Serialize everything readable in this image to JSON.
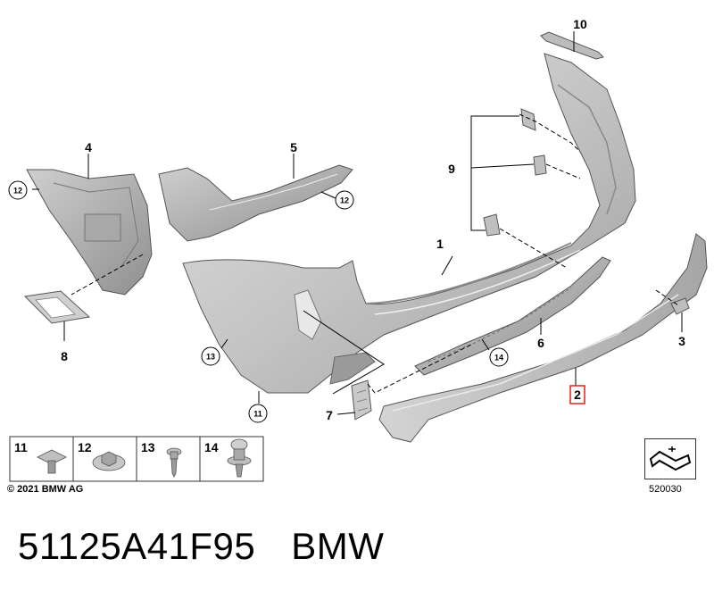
{
  "callouts": {
    "c1": "1",
    "c2": "2",
    "c3": "3",
    "c4": "4",
    "c5": "5",
    "c6": "6",
    "c7": "7",
    "c8": "8",
    "c9": "9",
    "c10": "10"
  },
  "circled": {
    "a": "12",
    "b": "12",
    "c": "13",
    "d": "11",
    "e": "14"
  },
  "hardware": [
    {
      "number": "11"
    },
    {
      "number": "12"
    },
    {
      "number": "13"
    },
    {
      "number": "14"
    }
  ],
  "copyright": "© 2021 BMW AG",
  "figure_number": "520030",
  "footer": {
    "part_code": "51125A41F95",
    "brand": "BMW"
  },
  "colors": {
    "part_fill": "#c6c6c6",
    "part_shade": "#a9a9a9",
    "part_light": "#dedede",
    "line": "#000000",
    "highlight_box": "#e0201b"
  }
}
